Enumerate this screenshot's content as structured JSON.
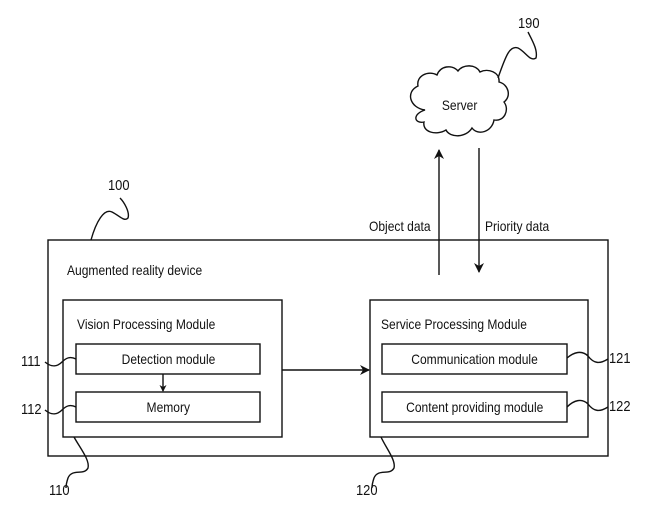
{
  "server": {
    "label": "Server",
    "ref": "190"
  },
  "flows": {
    "up_label": "Object data",
    "down_label": "Priority data"
  },
  "device": {
    "ref": "100",
    "title": "Augmented reality device",
    "vision": {
      "ref": "110",
      "title": "Vision  Processing Module",
      "modules": [
        {
          "ref": "111",
          "label": "Detection module"
        },
        {
          "ref": "112",
          "label": "Memory"
        }
      ]
    },
    "service": {
      "ref": "120",
      "title": "Service Processing Module",
      "modules": [
        {
          "ref": "121",
          "label": "Communication module"
        },
        {
          "ref": "122",
          "label": "Content providing module"
        }
      ]
    }
  }
}
